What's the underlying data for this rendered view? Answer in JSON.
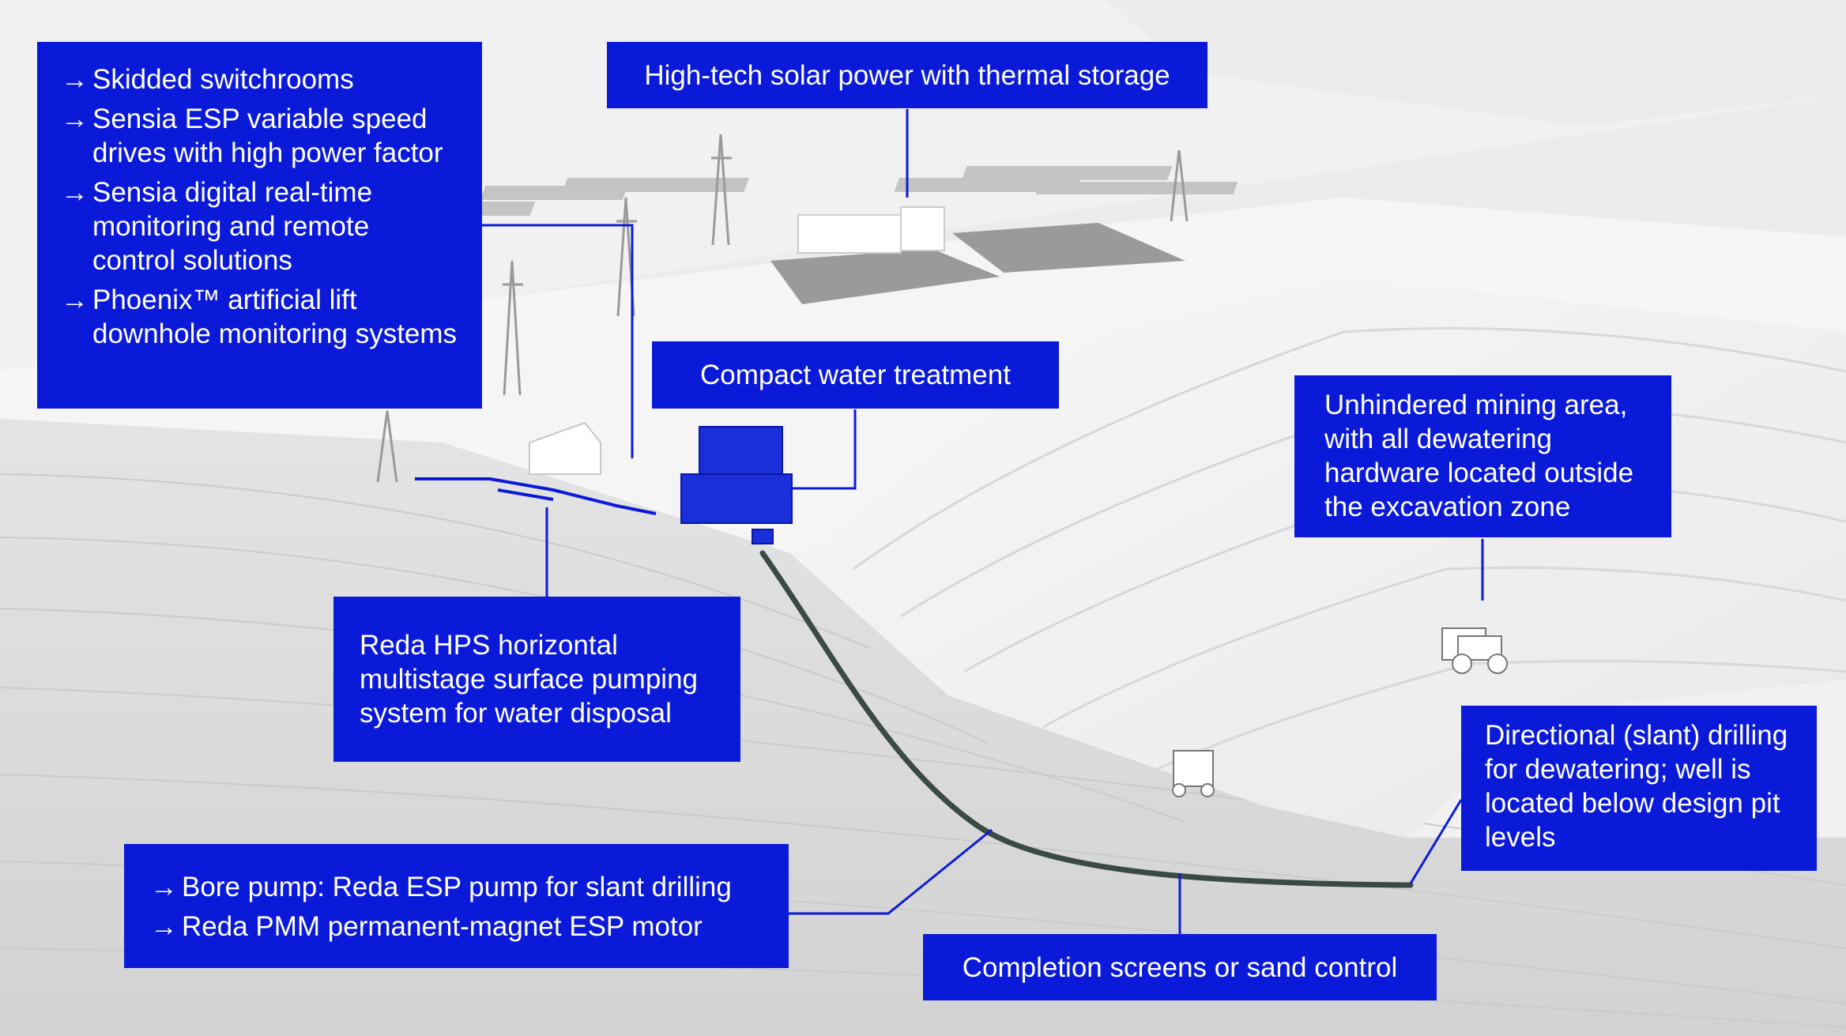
{
  "callouts": {
    "electrical": {
      "bullet_glyph": "→",
      "items": [
        "Skidded switchrooms",
        "Sensia ESP variable speed drives with high power factor",
        "Sensia digital real-time monitoring and remote control solutions",
        "Phoenix™ artificial lift downhole monitoring systems"
      ]
    },
    "solar": "High-tech solar power with thermal storage",
    "water_treatment": "Compact water treatment",
    "mining_area": "Unhindered mining area, with all dewatering hardware located outside the excavation zone",
    "hps": "Reda HPS horizontal multistage surface pumping system for water disposal",
    "directional": "Directional (slant) drilling for dewatering; well is located below design pit levels",
    "bore_pump": {
      "bullet_glyph": "→",
      "items": [
        "Bore pump: Reda ESP pump for slant drilling",
        "Reda PMM permanent-magnet ESP motor"
      ]
    },
    "completion": "Completion screens or sand control"
  },
  "colors": {
    "callout_bg": "#0b1ad9",
    "callout_text": "#ffffff",
    "connector": "#0b1ad9",
    "well_pipe": "#3a4a44",
    "ground": "#dedede",
    "sky": "#f1f1f1"
  }
}
